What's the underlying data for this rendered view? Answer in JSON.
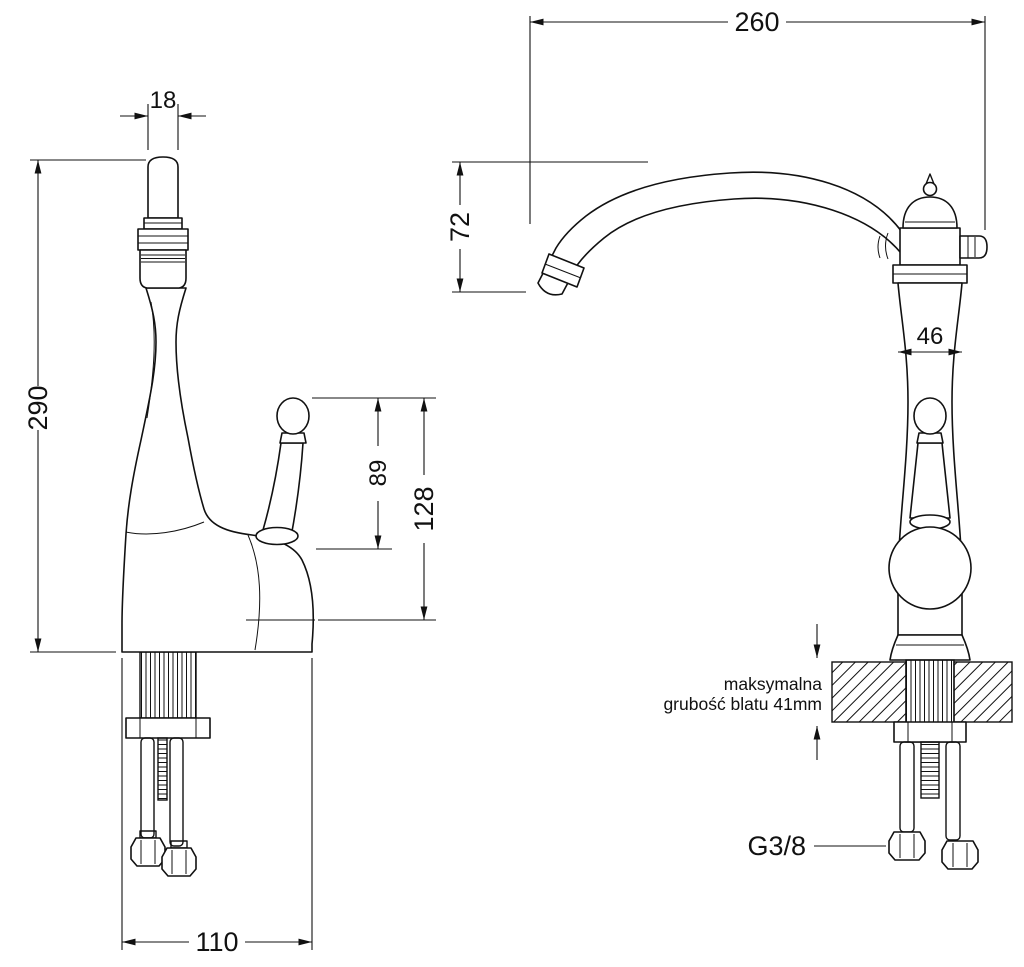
{
  "colors": {
    "line": "#111111",
    "background": "#ffffff"
  },
  "front_view": {
    "dim_spout_tip_width": "18",
    "dim_total_height": "290",
    "dim_handle_height": "89",
    "dim_body_height": "128",
    "dim_base_width": "110"
  },
  "side_view": {
    "dim_spout_reach": "260",
    "dim_spout_drop": "72",
    "dim_body_width": "46",
    "note_line1": "maksymalna",
    "note_line2": "grubość blatu 41mm",
    "dim_thread_size": "G3/8"
  }
}
